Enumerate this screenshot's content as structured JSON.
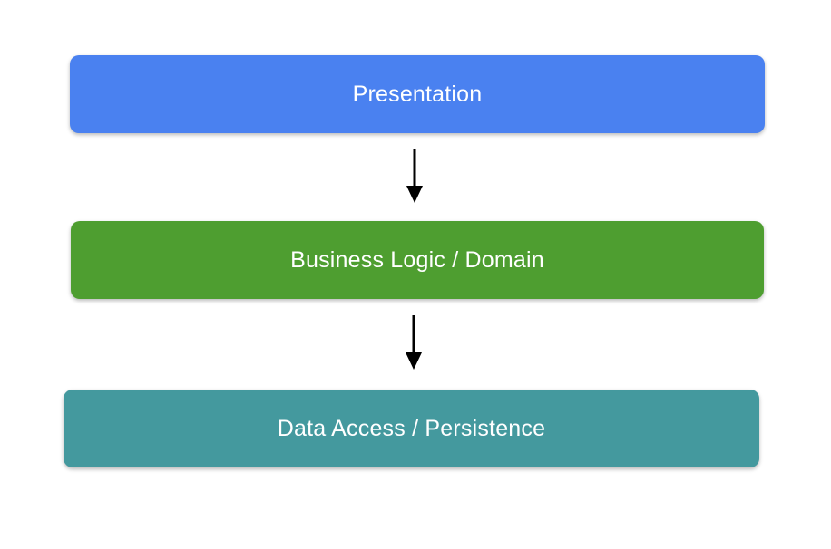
{
  "diagram": {
    "title": "layered-architecture",
    "background_color": "#ffffff",
    "text_color": "#ffffff",
    "arrow_color": "#000000",
    "layers": [
      {
        "label": "Presentation",
        "color": "#4a81f0"
      },
      {
        "label": "Business Logic / Domain",
        "color": "#4e9e30"
      },
      {
        "label": "Data Access / Persistence",
        "color": "#44999e"
      }
    ]
  }
}
